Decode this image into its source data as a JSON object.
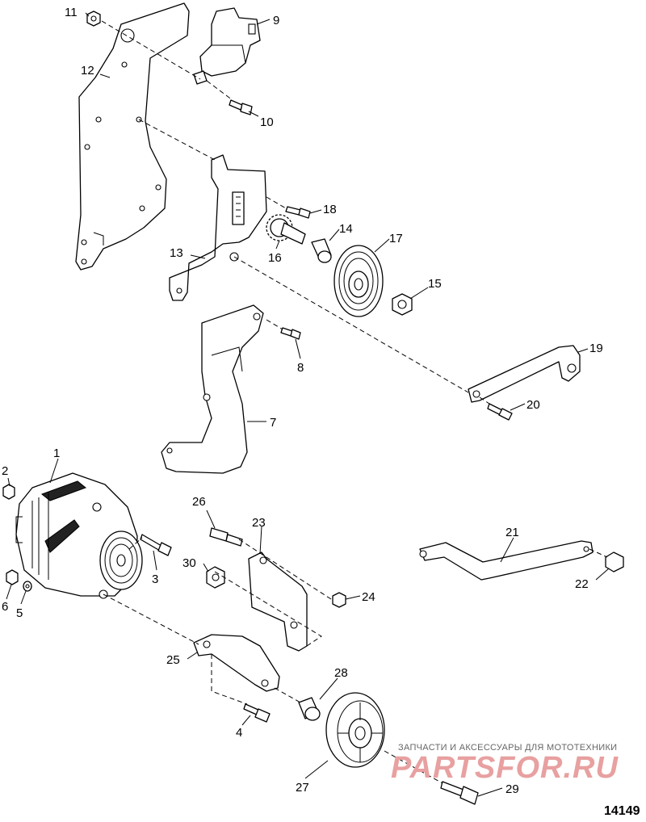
{
  "callouts": [
    "1",
    "2",
    "3",
    "4",
    "5",
    "6",
    "7",
    "8",
    "9",
    "10",
    "11",
    "12",
    "13",
    "14",
    "15",
    "16",
    "17",
    "18",
    "19",
    "20",
    "21",
    "22",
    "23",
    "24",
    "25",
    "26",
    "27",
    "28",
    "29",
    "30"
  ],
  "watermark": {
    "caption": "ЗАПЧАСТИ И АКСЕССУАРЫ ДЛЯ МОТОТЕХНИКИ",
    "logo": "PARTSFOR.RU"
  },
  "figure_id": "14149"
}
